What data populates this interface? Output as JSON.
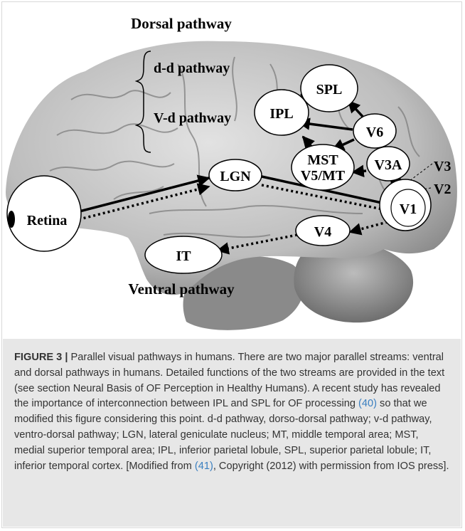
{
  "figure": {
    "title_dorsal": "Dorsal pathway",
    "title_ventral": "Ventral pathway",
    "brace_dd": "d-d pathway",
    "brace_vd": "V-d pathway",
    "nodes": {
      "spl": "SPL",
      "ipl": "IPL",
      "v6": "V6",
      "mst": "MST",
      "v5mt": "V5/MT",
      "v3a": "V3A",
      "lgn": "LGN",
      "v1": "V1",
      "v4": "V4",
      "it": "IT",
      "retina": "Retina",
      "v3": "V3",
      "v2": "V2"
    }
  },
  "caption": {
    "lead": "FIGURE 3 |",
    "part1": " Parallel visual pathways in humans. There are two major parallel streams: ventral and dorsal pathways in humans. Detailed functions of the two streams are provided in the text (see section Neural Basis of OF Perception in Healthy Humans). A recent study has revealed the importance of interconnection between IPL and SPL for OF processing ",
    "ref1": "(40)",
    "part2": " so that we modified this figure considering this point. d-d pathway, dorso-dorsal pathway; v-d pathway, ventro-dorsal pathway; LGN, lateral geniculate nucleus; MT, middle temporal area; MST, medial superior temporal area; IPL, inferior parietal lobule, SPL, superior parietal lobule; IT, inferior temporal cortex. [Modified from ",
    "ref2": "(41)",
    "part3": ", Copyright (2012) with permission from IOS press]."
  }
}
